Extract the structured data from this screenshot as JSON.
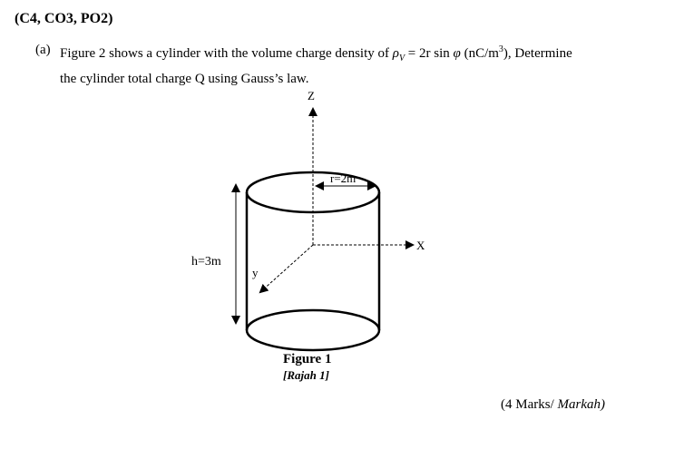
{
  "heading": "(C4, CO3, PO2)",
  "question": {
    "label": "(a)",
    "line1_prefix": "Figure 2 shows a cylinder with the volume charge density of",
    "rho_symbol": "ρ",
    "rho_sub": "V",
    "equals": "= 2r sin",
    "phi": "φ",
    "unit_open": "(nC/m",
    "unit_sup": "3",
    "unit_close": "), Determine",
    "line2": "the cylinder total charge Q using Gauss’s law."
  },
  "figure": {
    "axis_z": "Z",
    "axis_x": "X",
    "axis_y": "y",
    "radius_label": "r=2m",
    "height_label": "h=3m",
    "caption": "Figure 1",
    "caption_malay": "[Rajah 1]"
  },
  "marks": {
    "english": "(4 Marks/",
    "malay": "Markah)"
  }
}
